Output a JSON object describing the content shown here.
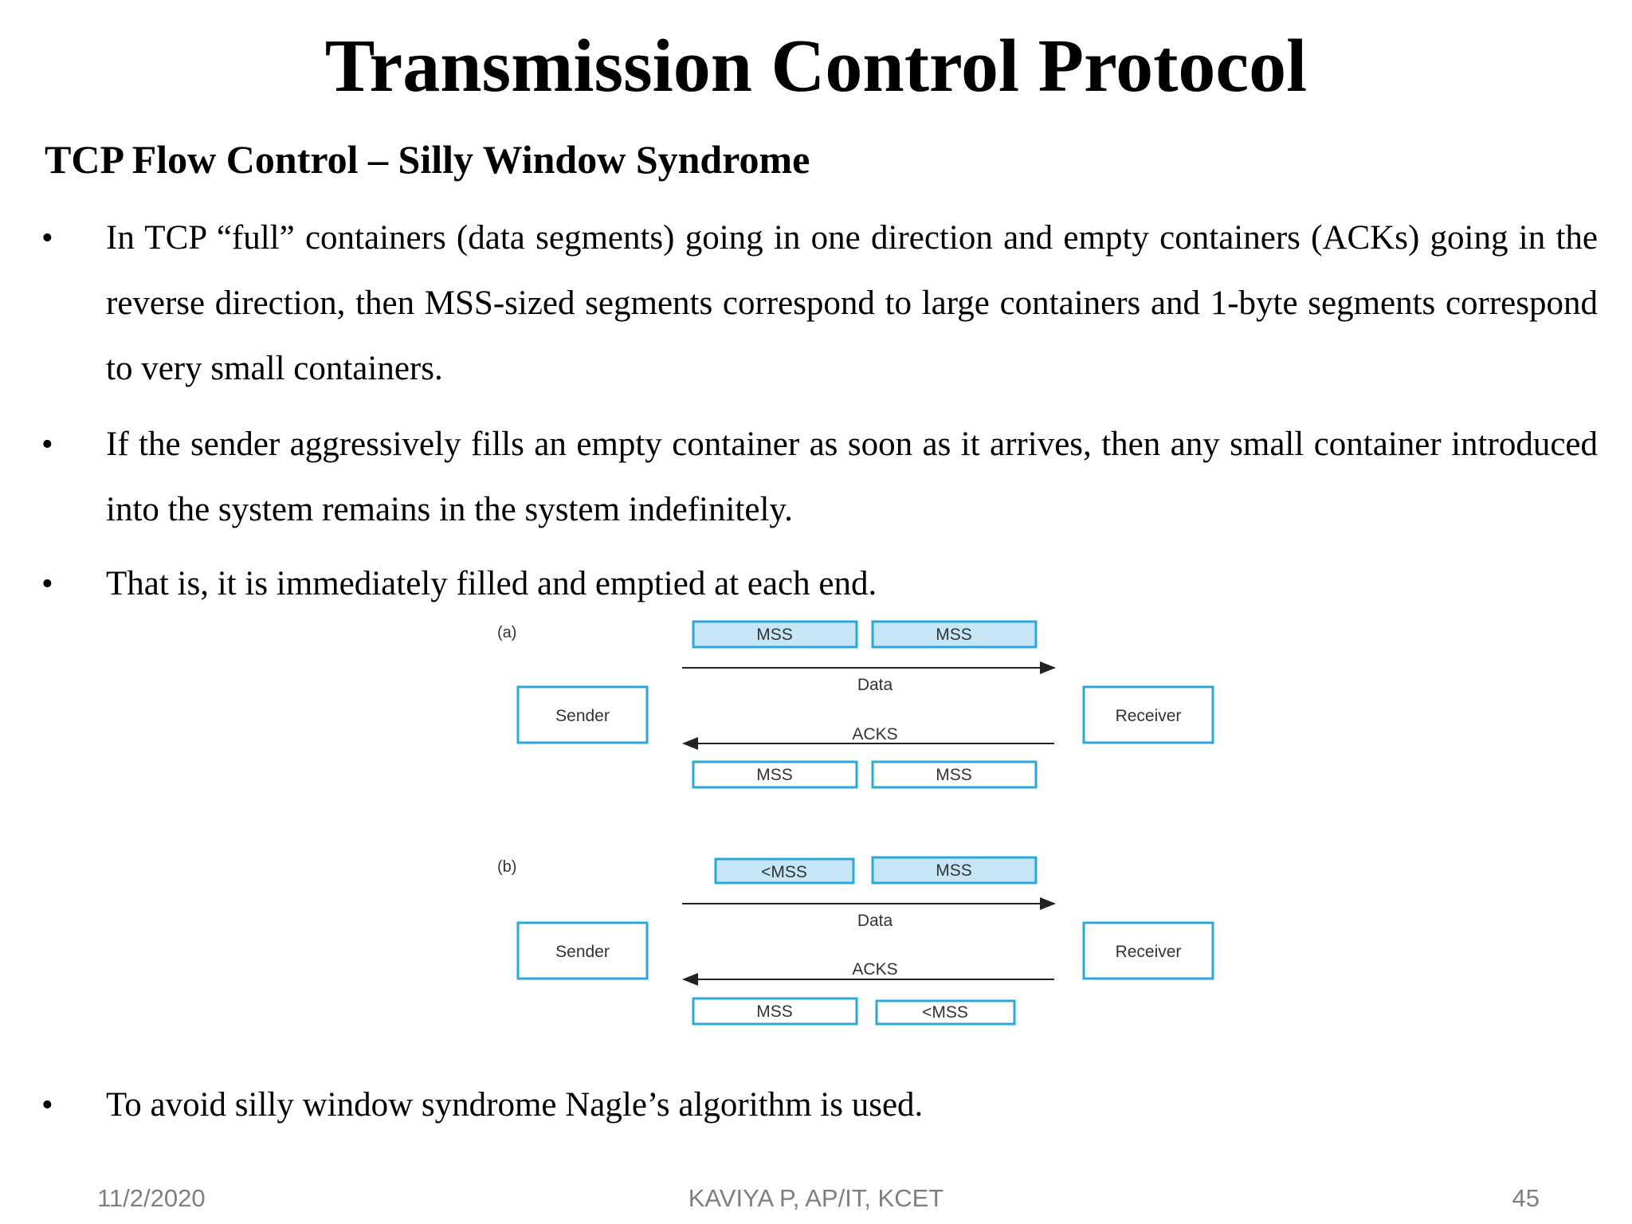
{
  "slide": {
    "title": "Transmission Control Protocol",
    "subtitle": "TCP Flow Control – Silly Window Syndrome",
    "bullets": [
      "In TCP “full” containers (data segments) going in one direction and empty containers (ACKs) going in the reverse direction, then MSS-sized segments correspond to large containers and 1-byte segments correspond to very small containers.",
      "If the sender aggressively fills an empty container as soon as it arrives, then any small container introduced into the system remains in the system indefinitely.",
      "That is, it is immediately filled and emptied at each end.",
      "To avoid silly window syndrome Nagle’s algorithm is used."
    ],
    "bullet_symbol": "•"
  },
  "figure": {
    "part_a": {
      "label": "(a)",
      "sender": "Sender",
      "receiver": "Receiver",
      "data_label": "Data",
      "acks_label": "ACKS",
      "top_segments": [
        "MSS",
        "MSS"
      ],
      "bottom_segments": [
        "MSS",
        "MSS"
      ]
    },
    "part_b": {
      "label": "(b)",
      "sender": "Sender",
      "receiver": "Receiver",
      "data_label": "Data",
      "acks_label": "ACKS",
      "top_segments": [
        "<MSS",
        "MSS"
      ],
      "bottom_segments": [
        "MSS",
        "<MSS"
      ]
    },
    "colors": {
      "box_border": "#29a8d9",
      "filled_segment": "#c6e6f7",
      "empty_segment": "#ffffff",
      "arrow": "#222222",
      "label_text": "#333333"
    }
  },
  "footer": {
    "date": "11/2/2020",
    "author": "KAVIYA P, AP/IT, KCET",
    "page": "45"
  }
}
